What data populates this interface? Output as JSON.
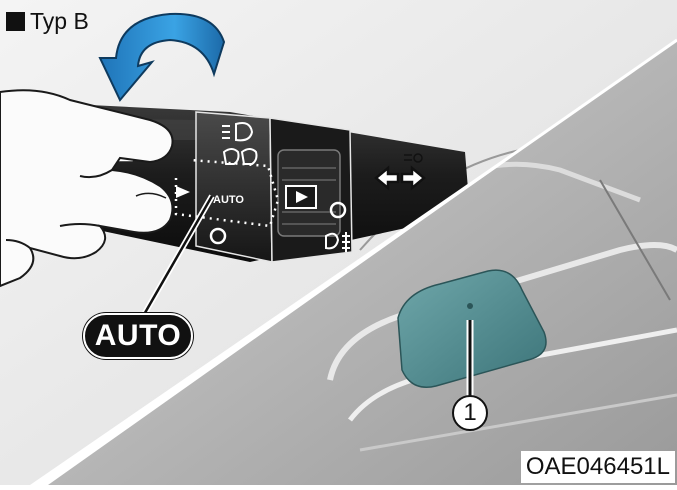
{
  "figure": {
    "variant_label": "Typ B",
    "auto_label": "AUTO",
    "switch_mark": "AUTO",
    "callout_number": "1",
    "figure_code": "OAE046451L"
  },
  "icons": [
    "rotate-arrow-icon",
    "headlamp-icon",
    "high-beam-icon",
    "parking-light-icon",
    "fog-lamp-icon",
    "turn-signal-arrows-icon",
    "light-sensor"
  ],
  "colors": {
    "arrow_blue": "#2a8fd4",
    "sensor_teal": "#4f8b8f",
    "ink": "#111111"
  }
}
